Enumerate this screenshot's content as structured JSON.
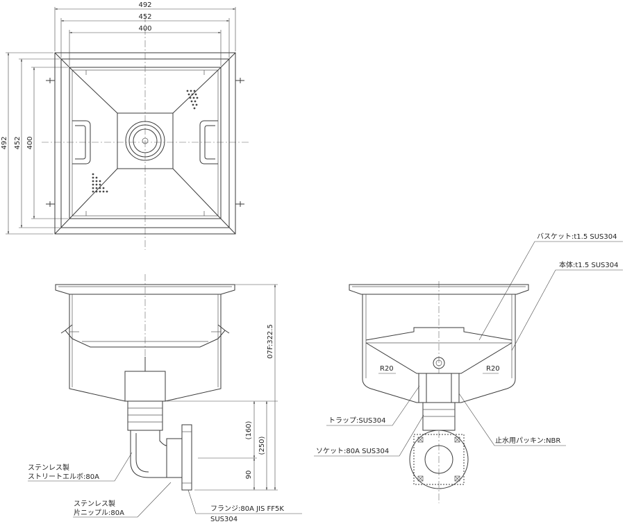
{
  "top_view": {
    "width_outer": "492",
    "width_mid": "452",
    "width_inner": "400",
    "height_outer": "492",
    "height_mid": "452",
    "height_inner": "400"
  },
  "front_view": {
    "height_total": "07F:322.5",
    "dim_160": "(160)",
    "dim_250": "(250)",
    "dim_90": "90",
    "label_elbow_1": "ステンレス製",
    "label_elbow_2": "ストリートエルボ:80A",
    "label_nipple_1": "ステンレス製",
    "label_nipple_2": "片ニップル:80A",
    "label_flange_1": "フランジ:80A JIS FF5K",
    "label_flange_2": "SUS304"
  },
  "side_view": {
    "label_basket": "バスケット:t1.5 SUS304",
    "label_body": "本体:t1.5 SUS304",
    "label_r20_left": "R20",
    "label_r20_right": "R20",
    "label_trap": "トラップ:SUS304",
    "label_socket": "ソケット:80A SUS304",
    "label_packing": "止水用パッキン:NBR"
  }
}
